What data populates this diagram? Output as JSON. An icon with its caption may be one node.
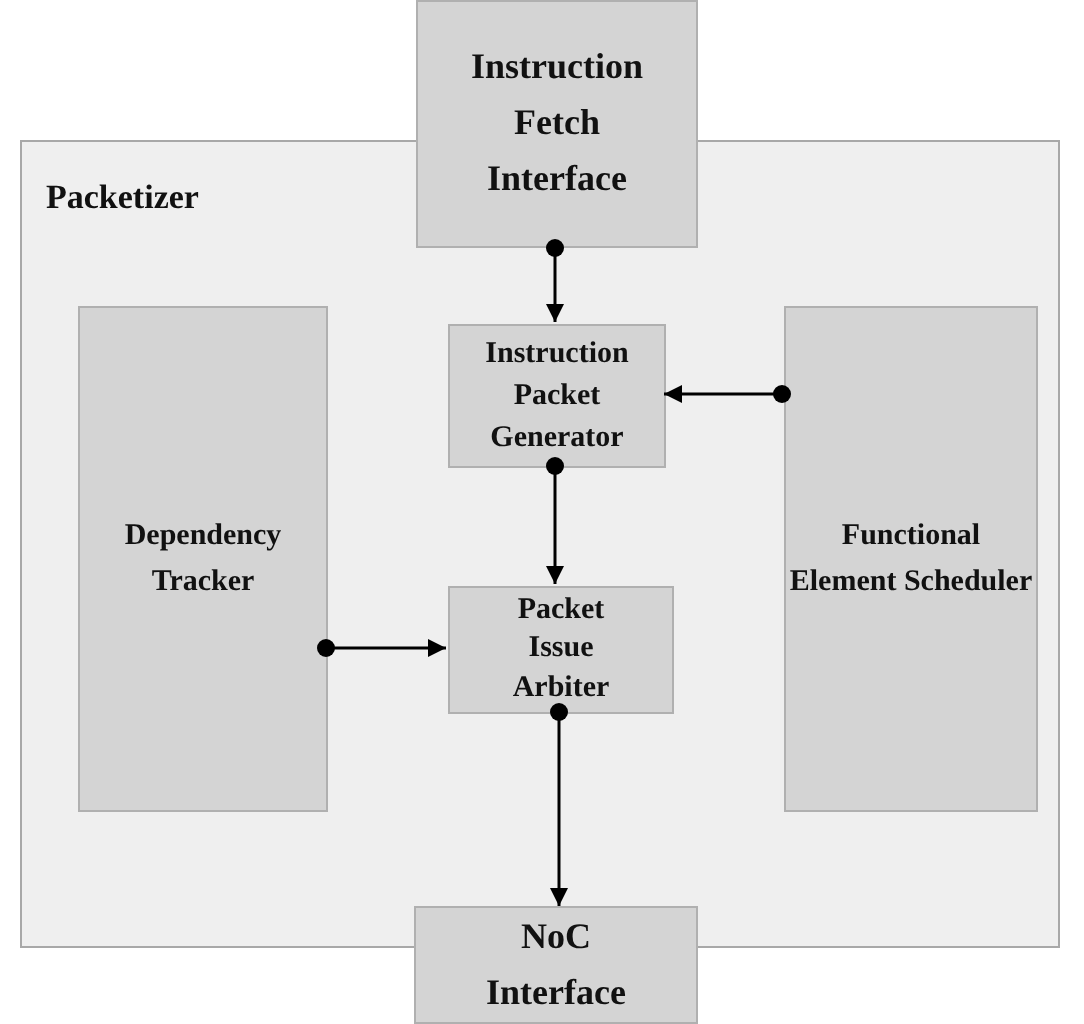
{
  "diagram": {
    "nodes": [
      {
        "text": [
          "Instruction Fetch Interface"
        ]
      },
      {
        "text": [
          "Packetizer"
        ]
      },
      {
        "text": [
          "Dependency Tracker"
        ],
        "in": 1
      },
      {
        "text": [
          "Instruction Packet Generator"
        ],
        "in": 1
      },
      {
        "text": [
          "Functional Element Scheduler"
        ],
        "in": 1
      },
      {
        "text": [
          "Packet Issue Arbiter"
        ],
        "in": 1
      },
      {
        "text": [
          "NoC Interface"
        ]
      }
    ],
    "edges": [
      {
        "from": 0,
        "to": 3,
        "arrow": "to"
      },
      {
        "from": 4,
        "to": 3,
        "arrow": "to"
      },
      {
        "from": 3,
        "to": 5,
        "arrow": "to"
      },
      {
        "from": 2,
        "to": 5,
        "arrow": "to"
      },
      {
        "from": 5,
        "to": 6,
        "arrow": "to"
      }
    ]
  }
}
